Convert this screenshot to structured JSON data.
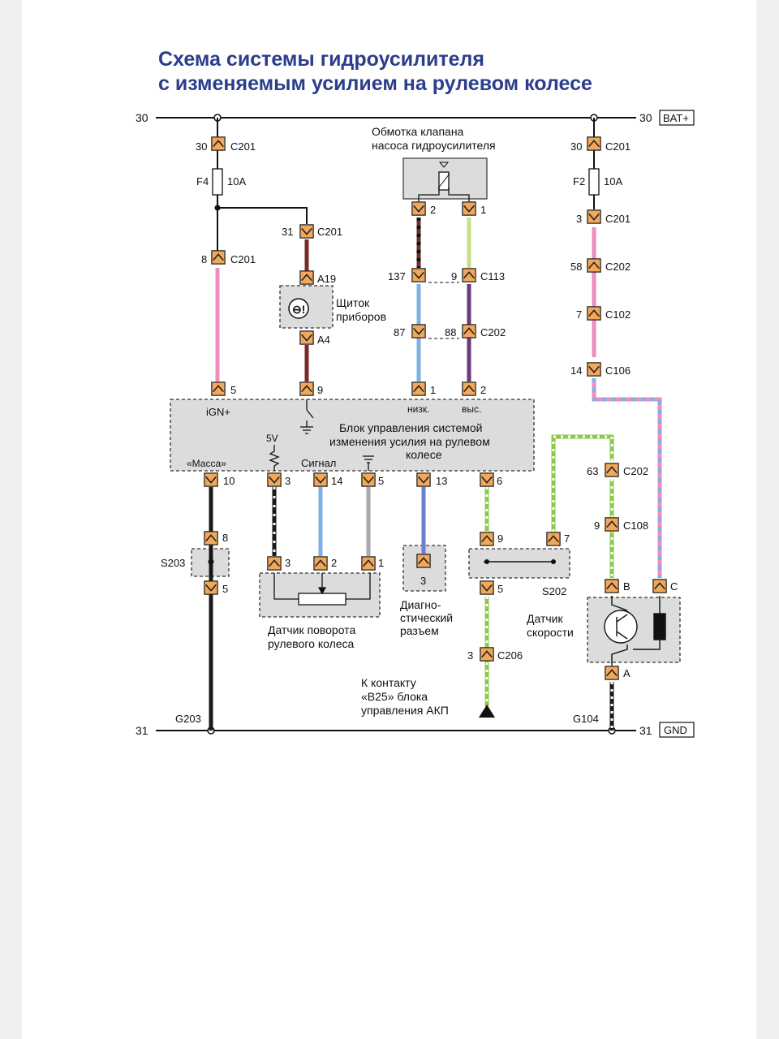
{
  "title": {
    "line1": "Схема системы гидроусилителя",
    "line2": "с изменяемым усилием на рулевом колесе"
  },
  "rails": {
    "top_left": "30",
    "top_right": "30",
    "top_tag": "BAT+",
    "bottom_left": "31",
    "bottom_right": "31",
    "bottom_tag": "GND",
    "ground_left": "G203",
    "ground_right": "G104"
  },
  "fuses": {
    "f4_name": "F4",
    "f4_rating": "10A",
    "f2_name": "F2",
    "f2_rating": "10A"
  },
  "connectors": {
    "l_30": "30",
    "l_c201_top": "C201",
    "l_31": "31",
    "l_c201_31": "C201",
    "l_8": "8",
    "l_c201_8": "C201",
    "a19": "A19",
    "a4": "A4",
    "ecu_5": "5",
    "ecu_9": "9",
    "ecu_1": "1",
    "ecu_2": "2",
    "v_2": "2",
    "v_1": "1",
    "c_137": "137",
    "c_9": "9",
    "c113": "C113",
    "c_87": "87",
    "c_88": "88",
    "c202_mid": "C202",
    "r_30": "30",
    "r_c201_top": "C201",
    "r_3": "3",
    "r_c201_3": "C201",
    "r_58": "58",
    "r_c202": "C202",
    "r_7": "7",
    "r_c102": "C102",
    "r_14": "14",
    "r_c106": "C106",
    "b_10": "10",
    "b_3": "3",
    "b_14": "14",
    "b_5": "5",
    "b_13": "13",
    "b_6": "6",
    "s203_8": "8",
    "s203_5": "5",
    "st_3": "3",
    "st_2": "2",
    "st_1": "1",
    "diag_3": "3",
    "s202_9": "9",
    "s202_7": "7",
    "s202_5": "5",
    "c206_3": "3",
    "c206": "C206",
    "c202_63": "63",
    "c202_lower": "C202",
    "c108_9": "9",
    "c108": "C108",
    "vs_b": "B",
    "vs_c": "C",
    "vs_a": "A"
  },
  "components": {
    "valve_line1": "Обмотка клапана",
    "valve_line2": "насоса гидроусилителя",
    "cluster_line1": "Щиток",
    "cluster_line2": "приборов",
    "ecu_line1": "Блок управления системой",
    "ecu_line2": "изменения усилия на рулевом",
    "ecu_line3": "колесе",
    "ecu_ign": "iGN+",
    "ecu_low": "низк.",
    "ecu_high": "выс.",
    "ecu_mass": "«Масса»",
    "ecu_5v": "5V",
    "ecu_signal": "Сигнал",
    "s203": "S203",
    "s202": "S202",
    "steer_line1": "Датчик поворота",
    "steer_line2": "рулевого колеса",
    "diag_line1": "Диагно-",
    "diag_line2": "стический",
    "diag_line3": "разъем",
    "tcm_line1": "К контакту",
    "tcm_line2": "«В25» блока",
    "tcm_line3": "управления АКП",
    "speed_line1": "Датчик",
    "speed_line2": "скорости"
  },
  "colors": {
    "title": "#2b3d8c",
    "connector_fill": "#f2a85a",
    "wire_pink": "#f08cc0",
    "wire_brown": "#7a2a28",
    "wire_blue": "#7fb0e8",
    "wire_purple": "#6b3a80",
    "wire_lightgreen": "#c8e08a",
    "wire_green": "#8cc84a",
    "wire_grey": "#aaaaaa",
    "wire_black": "#1a1a1a",
    "box_fill": "#dcdcdc"
  }
}
